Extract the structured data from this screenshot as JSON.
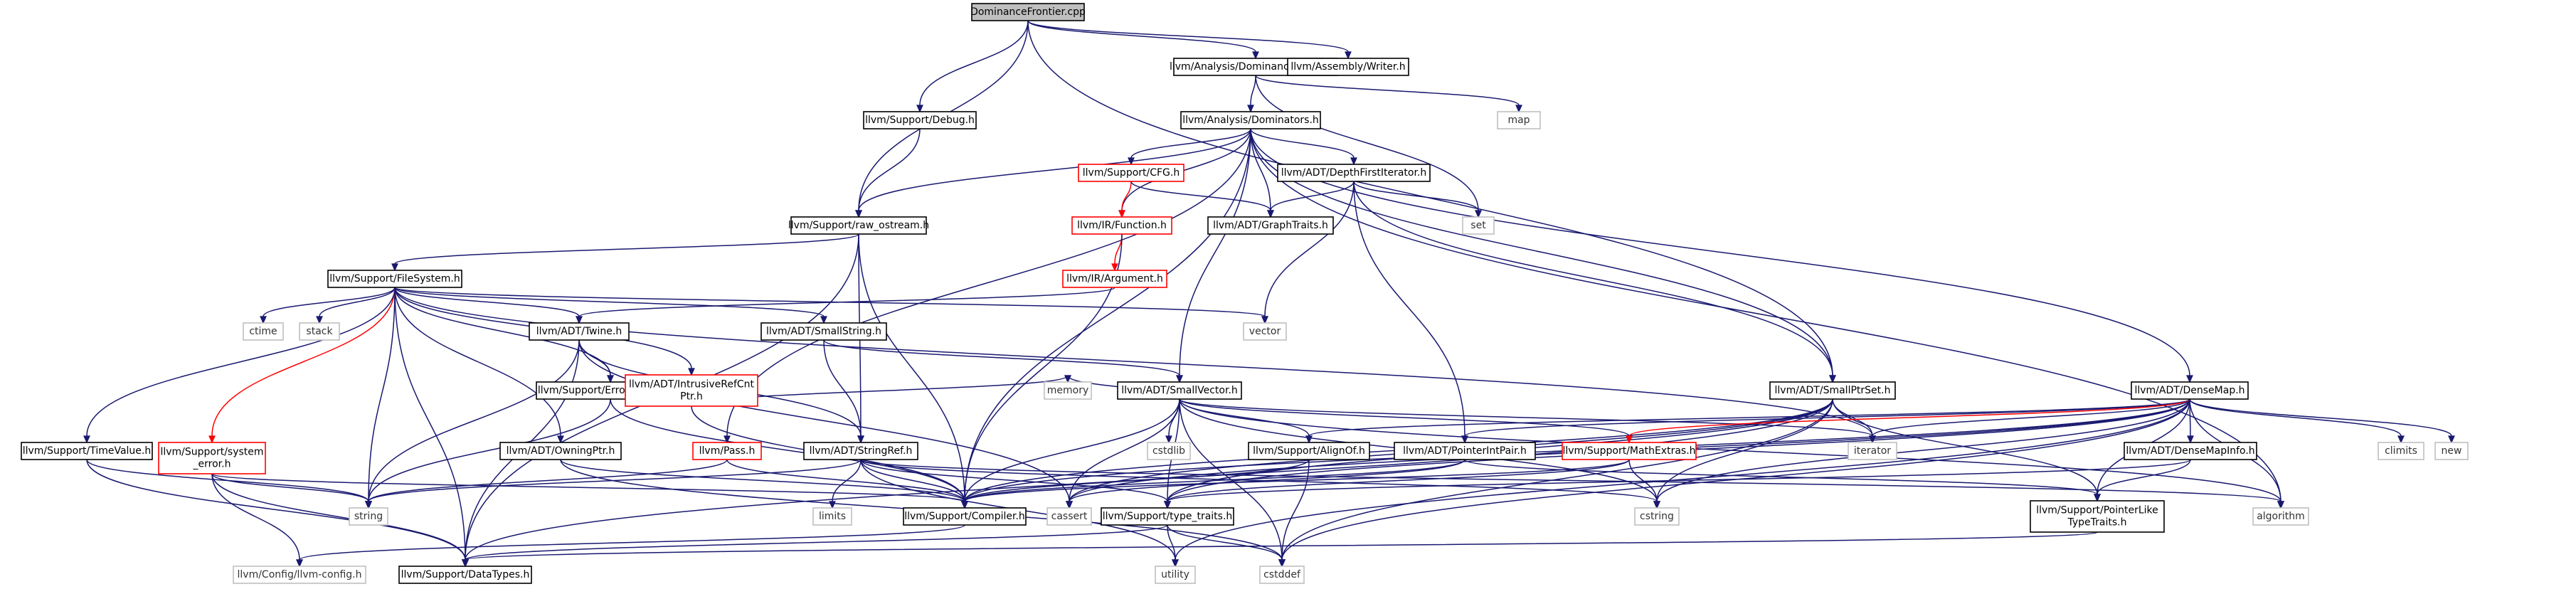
{
  "nodes": {
    "root": {
      "label": "DominanceFrontier.cpp",
      "kind": "root"
    },
    "domfront_h": {
      "label": "llvm/Analysis/DominanceFrontier.h",
      "kind": "normal"
    },
    "writer_h": {
      "label": "llvm/Assembly/Writer.h",
      "kind": "normal"
    },
    "debug_h": {
      "label": "llvm/Support/Debug.h",
      "kind": "normal"
    },
    "dominators_h": {
      "label": "llvm/Analysis/Dominators.h",
      "kind": "normal"
    },
    "map": {
      "label": "map",
      "kind": "sys"
    },
    "raw_ostream_h": {
      "label": "llvm/Support/raw_ostream.h",
      "kind": "normal"
    },
    "cfg_h": {
      "label": "llvm/Support/CFG.h",
      "kind": "red"
    },
    "dfiter_h": {
      "label": "llvm/ADT/DepthFirstIterator.h",
      "kind": "normal"
    },
    "set": {
      "label": "set",
      "kind": "sys"
    },
    "function_h": {
      "label": "llvm/IR/Function.h",
      "kind": "red"
    },
    "graphtraits_h": {
      "label": "llvm/ADT/GraphTraits.h",
      "kind": "normal"
    },
    "argument_h": {
      "label": "llvm/IR/Argument.h",
      "kind": "red"
    },
    "filesystem_h": {
      "label": "llvm/Support/FileSystem.h",
      "kind": "normal"
    },
    "ctime": {
      "label": "ctime",
      "kind": "sys"
    },
    "stack": {
      "label": "stack",
      "kind": "sys"
    },
    "twine_h": {
      "label": "llvm/ADT/Twine.h",
      "kind": "normal"
    },
    "smallstring_h": {
      "label": "llvm/ADT/SmallString.h",
      "kind": "normal"
    },
    "vector": {
      "label": "vector",
      "kind": "sys"
    },
    "errorhandling_h": {
      "label": "llvm/Support/ErrorHandling.h",
      "kind": "normal"
    },
    "intrusive_h": {
      "label": "llvm/ADT/IntrusiveRefCnt\nPtr.h",
      "kind": "red"
    },
    "smallvector_h": {
      "label": "llvm/ADT/SmallVector.h",
      "kind": "normal"
    },
    "smallptrset_h": {
      "label": "llvm/ADT/SmallPtrSet.h",
      "kind": "normal"
    },
    "densemap_h": {
      "label": "llvm/ADT/DenseMap.h",
      "kind": "normal"
    },
    "timevalue_h": {
      "label": "llvm/Support/TimeValue.h",
      "kind": "normal"
    },
    "system_error_h": {
      "label": "llvm/Support/system\n_error.h",
      "kind": "red"
    },
    "owningptr_h": {
      "label": "llvm/ADT/OwningPtr.h",
      "kind": "normal"
    },
    "pass_h": {
      "label": "llvm/Pass.h",
      "kind": "red"
    },
    "stringref_h": {
      "label": "llvm/ADT/StringRef.h",
      "kind": "normal"
    },
    "memory": {
      "label": "memory",
      "kind": "sys"
    },
    "cstdlib": {
      "label": "cstdlib",
      "kind": "sys"
    },
    "alignof_h": {
      "label": "llvm/Support/AlignOf.h",
      "kind": "normal"
    },
    "pointerintpair_h": {
      "label": "llvm/ADT/PointerIntPair.h",
      "kind": "normal"
    },
    "mathextras_h": {
      "label": "llvm/Support/MathExtras.h",
      "kind": "red"
    },
    "iterator": {
      "label": "iterator",
      "kind": "sys"
    },
    "densemapinfo_h": {
      "label": "llvm/ADT/DenseMapInfo.h",
      "kind": "normal"
    },
    "climits": {
      "label": "climits",
      "kind": "sys"
    },
    "new": {
      "label": "new",
      "kind": "sys"
    },
    "string": {
      "label": "string",
      "kind": "sys"
    },
    "limits": {
      "label": "limits",
      "kind": "sys"
    },
    "compiler_h": {
      "label": "llvm/Support/Compiler.h",
      "kind": "normal"
    },
    "cassert": {
      "label": "cassert",
      "kind": "sys"
    },
    "type_traits_h": {
      "label": "llvm/Support/type_traits.h",
      "kind": "normal"
    },
    "cstring": {
      "label": "cstring",
      "kind": "sys"
    },
    "ptrliketypetraits_h": {
      "label": "llvm/Support/PointerLike\nTypeTraits.h",
      "kind": "normal"
    },
    "algorithm": {
      "label": "algorithm",
      "kind": "sys"
    },
    "llvm_config_h": {
      "label": "llvm/Config/llvm-config.h",
      "kind": "sys"
    },
    "datatypes_h": {
      "label": "llvm/Support/DataTypes.h",
      "kind": "normal"
    },
    "utility": {
      "label": "utility",
      "kind": "sys"
    },
    "cstddef": {
      "label": "cstddef",
      "kind": "sys"
    }
  },
  "edges": [
    [
      "root",
      "domfront_h",
      "blue"
    ],
    [
      "root",
      "writer_h",
      "blue"
    ],
    [
      "root",
      "debug_h",
      "blue"
    ],
    [
      "root",
      "raw_ostream_h",
      "blue"
    ],
    [
      "root",
      "smallptrset_h",
      "blue"
    ],
    [
      "domfront_h",
      "dominators_h",
      "blue"
    ],
    [
      "domfront_h",
      "map",
      "blue"
    ],
    [
      "domfront_h",
      "set",
      "blue"
    ],
    [
      "debug_h",
      "raw_ostream_h",
      "blue"
    ],
    [
      "dominators_h",
      "raw_ostream_h",
      "blue"
    ],
    [
      "dominators_h",
      "cfg_h",
      "blue"
    ],
    [
      "dominators_h",
      "dfiter_h",
      "blue"
    ],
    [
      "dominators_h",
      "function_h",
      "blue"
    ],
    [
      "dominators_h",
      "graphtraits_h",
      "blue"
    ],
    [
      "dominators_h",
      "smallvector_h",
      "blue"
    ],
    [
      "dominators_h",
      "smallptrset_h",
      "blue"
    ],
    [
      "dominators_h",
      "densemap_h",
      "blue"
    ],
    [
      "dominators_h",
      "pass_h",
      "blue"
    ],
    [
      "dominators_h",
      "compiler_h",
      "blue"
    ],
    [
      "dominators_h",
      "algorithm",
      "blue"
    ],
    [
      "cfg_h",
      "function_h",
      "red"
    ],
    [
      "cfg_h",
      "graphtraits_h",
      "blue"
    ],
    [
      "dfiter_h",
      "graphtraits_h",
      "blue"
    ],
    [
      "dfiter_h",
      "set",
      "blue"
    ],
    [
      "dfiter_h",
      "vector",
      "blue"
    ],
    [
      "dfiter_h",
      "smallptrset_h",
      "blue"
    ],
    [
      "dfiter_h",
      "pointerintpair_h",
      "blue"
    ],
    [
      "function_h",
      "argument_h",
      "red"
    ],
    [
      "function_h",
      "compiler_h",
      "blue"
    ],
    [
      "argument_h",
      "twine_h",
      "blue"
    ],
    [
      "raw_ostream_h",
      "filesystem_h",
      "blue"
    ],
    [
      "raw_ostream_h",
      "stringref_h",
      "blue"
    ],
    [
      "raw_ostream_h",
      "compiler_h",
      "blue"
    ],
    [
      "raw_ostream_h",
      "datatypes_h",
      "blue"
    ],
    [
      "filesystem_h",
      "ctime",
      "blue"
    ],
    [
      "filesystem_h",
      "stack",
      "blue"
    ],
    [
      "filesystem_h",
      "twine_h",
      "blue"
    ],
    [
      "filesystem_h",
      "smallstring_h",
      "blue"
    ],
    [
      "filesystem_h",
      "vector",
      "blue"
    ],
    [
      "filesystem_h",
      "errorhandling_h",
      "blue"
    ],
    [
      "filesystem_h",
      "intrusive_h",
      "blue"
    ],
    [
      "filesystem_h",
      "timevalue_h",
      "blue"
    ],
    [
      "filesystem_h",
      "system_error_h",
      "red"
    ],
    [
      "filesystem_h",
      "owningptr_h",
      "blue"
    ],
    [
      "filesystem_h",
      "string",
      "blue"
    ],
    [
      "filesystem_h",
      "datatypes_h",
      "blue"
    ],
    [
      "filesystem_h",
      "iterator",
      "blue"
    ],
    [
      "twine_h",
      "errorhandling_h",
      "blue"
    ],
    [
      "twine_h",
      "stringref_h",
      "blue"
    ],
    [
      "twine_h",
      "string",
      "blue"
    ],
    [
      "twine_h",
      "datatypes_h",
      "blue"
    ],
    [
      "twine_h",
      "cassert",
      "blue"
    ],
    [
      "smallstring_h",
      "smallvector_h",
      "blue"
    ],
    [
      "smallstring_h",
      "stringref_h",
      "blue"
    ],
    [
      "errorhandling_h",
      "compiler_h",
      "blue"
    ],
    [
      "errorhandling_h",
      "string",
      "blue"
    ],
    [
      "intrusive_h",
      "memory",
      "blue"
    ],
    [
      "intrusive_h",
      "compiler_h",
      "blue"
    ],
    [
      "smallvector_h",
      "memory",
      "blue"
    ],
    [
      "smallvector_h",
      "cstdlib",
      "blue"
    ],
    [
      "smallvector_h",
      "alignof_h",
      "blue"
    ],
    [
      "smallvector_h",
      "mathextras_h",
      "blue"
    ],
    [
      "smallvector_h",
      "iterator",
      "blue"
    ],
    [
      "smallvector_h",
      "compiler_h",
      "blue"
    ],
    [
      "smallvector_h",
      "cassert",
      "blue"
    ],
    [
      "smallvector_h",
      "type_traits_h",
      "blue"
    ],
    [
      "smallvector_h",
      "cstring",
      "blue"
    ],
    [
      "smallvector_h",
      "algorithm",
      "blue"
    ],
    [
      "smallvector_h",
      "cstddef",
      "blue"
    ],
    [
      "smallptrset_h",
      "iterator",
      "blue"
    ],
    [
      "smallptrset_h",
      "compiler_h",
      "blue"
    ],
    [
      "smallptrset_h",
      "cassert",
      "blue"
    ],
    [
      "smallptrset_h",
      "type_traits_h",
      "blue"
    ],
    [
      "smallptrset_h",
      "cstring",
      "blue"
    ],
    [
      "smallptrset_h",
      "ptrliketypetraits_h",
      "blue"
    ],
    [
      "smallptrset_h",
      "datatypes_h",
      "blue"
    ],
    [
      "smallptrset_h",
      "cstddef",
      "blue"
    ],
    [
      "densemap_h",
      "alignof_h",
      "blue"
    ],
    [
      "densemap_h",
      "pointerintpair_h",
      "blue"
    ],
    [
      "densemap_h",
      "mathextras_h",
      "red"
    ],
    [
      "densemap_h",
      "iterator",
      "blue"
    ],
    [
      "densemap_h",
      "densemapinfo_h",
      "blue"
    ],
    [
      "densemap_h",
      "climits",
      "blue"
    ],
    [
      "densemap_h",
      "new",
      "blue"
    ],
    [
      "densemap_h",
      "compiler_h",
      "blue"
    ],
    [
      "densemap_h",
      "cassert",
      "blue"
    ],
    [
      "densemap_h",
      "type_traits_h",
      "blue"
    ],
    [
      "densemap_h",
      "cstring",
      "blue"
    ],
    [
      "densemap_h",
      "ptrliketypetraits_h",
      "blue"
    ],
    [
      "densemap_h",
      "algorithm",
      "blue"
    ],
    [
      "densemap_h",
      "utility",
      "blue"
    ],
    [
      "densemap_h",
      "cstddef",
      "blue"
    ],
    [
      "timevalue_h",
      "datatypes_h",
      "blue"
    ],
    [
      "timevalue_h",
      "string",
      "blue"
    ],
    [
      "system_error_h",
      "compiler_h",
      "blue"
    ],
    [
      "system_error_h",
      "string",
      "blue"
    ],
    [
      "system_error_h",
      "llvm_config_h",
      "blue"
    ],
    [
      "system_error_h",
      "datatypes_h",
      "blue"
    ],
    [
      "owningptr_h",
      "compiler_h",
      "blue"
    ],
    [
      "owningptr_h",
      "cstddef",
      "blue"
    ],
    [
      "pass_h",
      "compiler_h",
      "blue"
    ],
    [
      "pass_h",
      "string",
      "blue"
    ],
    [
      "stringref_h",
      "limits",
      "blue"
    ],
    [
      "stringref_h",
      "compiler_h",
      "blue"
    ],
    [
      "stringref_h",
      "type_traits_h",
      "blue"
    ],
    [
      "stringref_h",
      "string",
      "blue"
    ],
    [
      "stringref_h",
      "utility",
      "blue"
    ],
    [
      "stringref_h",
      "cstring",
      "blue"
    ],
    [
      "stringref_h",
      "algorithm",
      "blue"
    ],
    [
      "alignof_h",
      "compiler_h",
      "blue"
    ],
    [
      "alignof_h",
      "cstddef",
      "blue"
    ],
    [
      "pointerintpair_h",
      "compiler_h",
      "blue"
    ],
    [
      "pointerintpair_h",
      "ptrliketypetraits_h",
      "blue"
    ],
    [
      "pointerintpair_h",
      "cassert",
      "blue"
    ],
    [
      "mathextras_h",
      "type_traits_h",
      "blue"
    ],
    [
      "mathextras_h",
      "compiler_h",
      "blue"
    ],
    [
      "mathextras_h",
      "cstring",
      "blue"
    ],
    [
      "densemapinfo_h",
      "type_traits_h",
      "blue"
    ],
    [
      "densemapinfo_h",
      "ptrliketypetraits_h",
      "blue"
    ],
    [
      "compiler_h",
      "llvm_config_h",
      "blue"
    ],
    [
      "type_traits_h",
      "datatypes_h",
      "blue"
    ],
    [
      "type_traits_h",
      "utility",
      "blue"
    ],
    [
      "type_traits_h",
      "cstddef",
      "blue"
    ],
    [
      "ptrliketypetraits_h",
      "datatypes_h",
      "blue"
    ]
  ]
}
